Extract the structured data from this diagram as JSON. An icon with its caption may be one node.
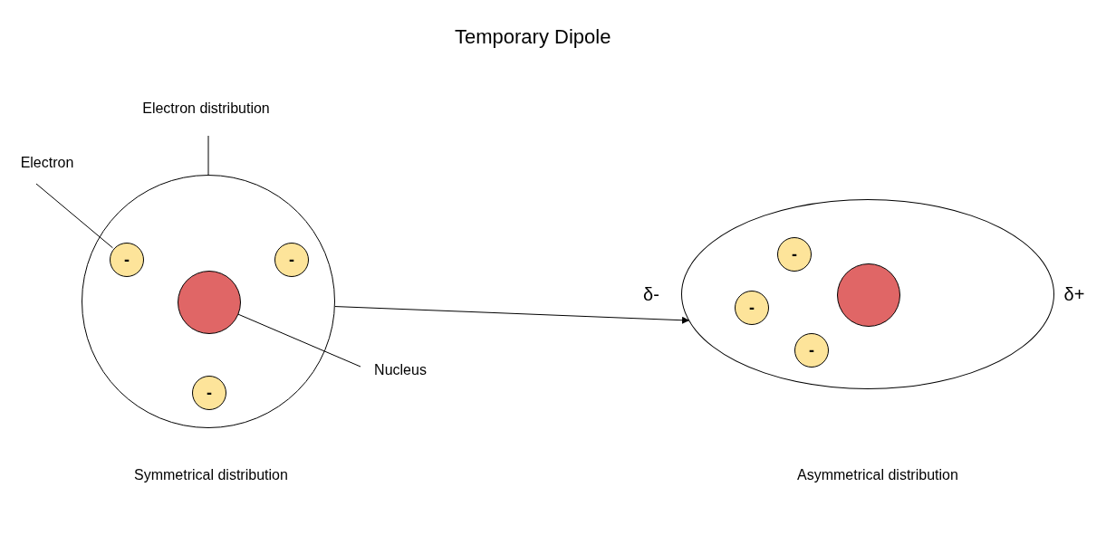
{
  "diagram": {
    "title": "Temporary Dipole",
    "nodes": [
      {
        "text": [],
        "shape": "circle"
      },
      {
        "text": [
          "-"
        ],
        "in": 0
      },
      {
        "text": [
          "-"
        ],
        "in": 0
      },
      {
        "text": [],
        "shape": "circle",
        "in": 0
      },
      {
        "text": [
          "-"
        ],
        "in": 0
      },
      {
        "text": [
          "Electron distribution"
        ]
      },
      {
        "text": [
          "Electron"
        ]
      },
      {
        "text": [
          "Nucleus"
        ]
      },
      {
        "text": [],
        "shape": "ellipse",
        "beside": [
          "δ-",
          "δ+"
        ]
      },
      {
        "text": [
          "-"
        ],
        "in": 8
      },
      {
        "text": [
          "-"
        ],
        "in": 8
      },
      {
        "text": [],
        "shape": "circle",
        "in": 8
      },
      {
        "text": [
          "-"
        ],
        "in": 8
      }
    ],
    "edges": [
      {
        "from": 5,
        "to": 0,
        "arrow": "none"
      },
      {
        "from": 6,
        "to": 1,
        "arrow": "none"
      },
      {
        "from": 7,
        "to": 3,
        "arrow": "none"
      },
      {
        "from": 0,
        "to": 8,
        "arrow": "to"
      }
    ],
    "labels": [
      "Symmetrical distribution",
      "Asymmetrical distribution"
    ]
  }
}
